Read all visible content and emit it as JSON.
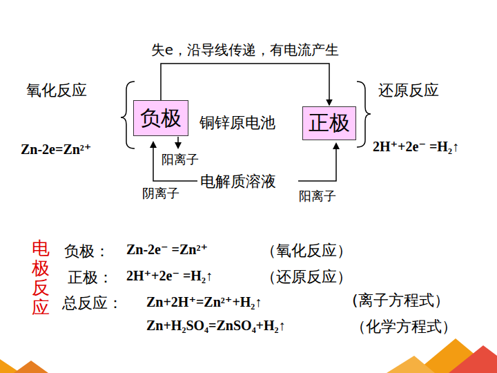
{
  "diagram": {
    "nodes": [
      {
        "text": [
          "负极"
        ]
      },
      {
        "text": [
          "正极"
        ]
      }
    ],
    "edges": [
      {
        "from": 0,
        "to": 1,
        "arrow": "to",
        "label": "失e，沿导线传递，有电流产生"
      }
    ],
    "labels": [
      "氧化反应",
      "还原反应",
      "Zn-2e=Zn²⁺",
      "2H⁺+2e⁻ =H₂↑",
      "铜锌原电池",
      "阳离子",
      "电解质溶液",
      "阴离子",
      "阳离子",
      "电极反应",
      "负极：",
      "Zn-2e⁻ =Zn²⁺",
      "（氧化反应）",
      "正极：",
      "2H⁺+2e⁻ =H₂↑",
      "（还原反应）",
      "总反应：",
      "Zn+2H⁺=Zn²⁺+H₂↑",
      "(离子方程式）",
      "Zn+H₂SO₄=ZnSO₄+H₂↑",
      "（化学方程式）"
    ]
  }
}
